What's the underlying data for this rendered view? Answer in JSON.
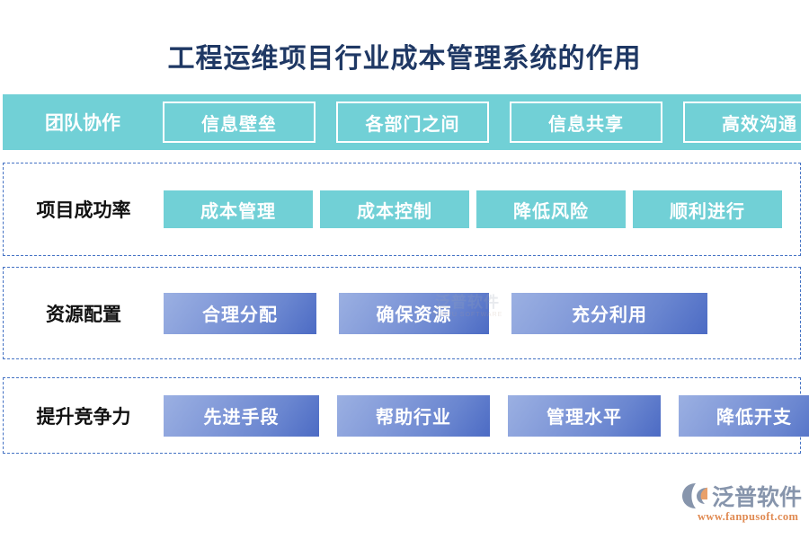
{
  "page": {
    "title": "工程运维项目行业成本管理系统的作用",
    "background": "#FFFFFF",
    "title_color": "#1F3864"
  },
  "colors": {
    "teal": "#71D0D6",
    "blue_gradient_from": "#9BB0E2",
    "blue_gradient_to": "#4C6BC4",
    "dashed_border": "#4472C4",
    "label_dark": "#111111",
    "label_light": "#FFFFFF"
  },
  "rows": [
    {
      "id": "team",
      "label": "团队协作",
      "style": "band",
      "chips": [
        {
          "label": "信息壁垒"
        },
        {
          "label": "各部门之间"
        },
        {
          "label": "信息共享"
        },
        {
          "label": "高效沟通"
        }
      ]
    },
    {
      "id": "success",
      "label": "项目成功率",
      "style": "dashed-teal",
      "chips": [
        {
          "label": "成本管理"
        },
        {
          "label": "成本控制"
        },
        {
          "label": "降低风险"
        },
        {
          "label": "顺利进行"
        }
      ]
    },
    {
      "id": "resource",
      "label": "资源配置",
      "style": "dashed-blue",
      "chips": [
        {
          "label": "合理分配"
        },
        {
          "label": "确保资源"
        },
        {
          "label": "充分利用"
        }
      ]
    },
    {
      "id": "compete",
      "label": "提升竞争力",
      "style": "dashed-blue",
      "chips": [
        {
          "label": "先进手段"
        },
        {
          "label": "帮助行业"
        },
        {
          "label": "管理水平"
        },
        {
          "label": "降低开支"
        }
      ]
    }
  ],
  "watermark": {
    "text": "泛普软件",
    "sub": "FANPU SOFTWARE"
  },
  "logo": {
    "name": "泛普软件",
    "url": "www.fanpusoft.com"
  }
}
